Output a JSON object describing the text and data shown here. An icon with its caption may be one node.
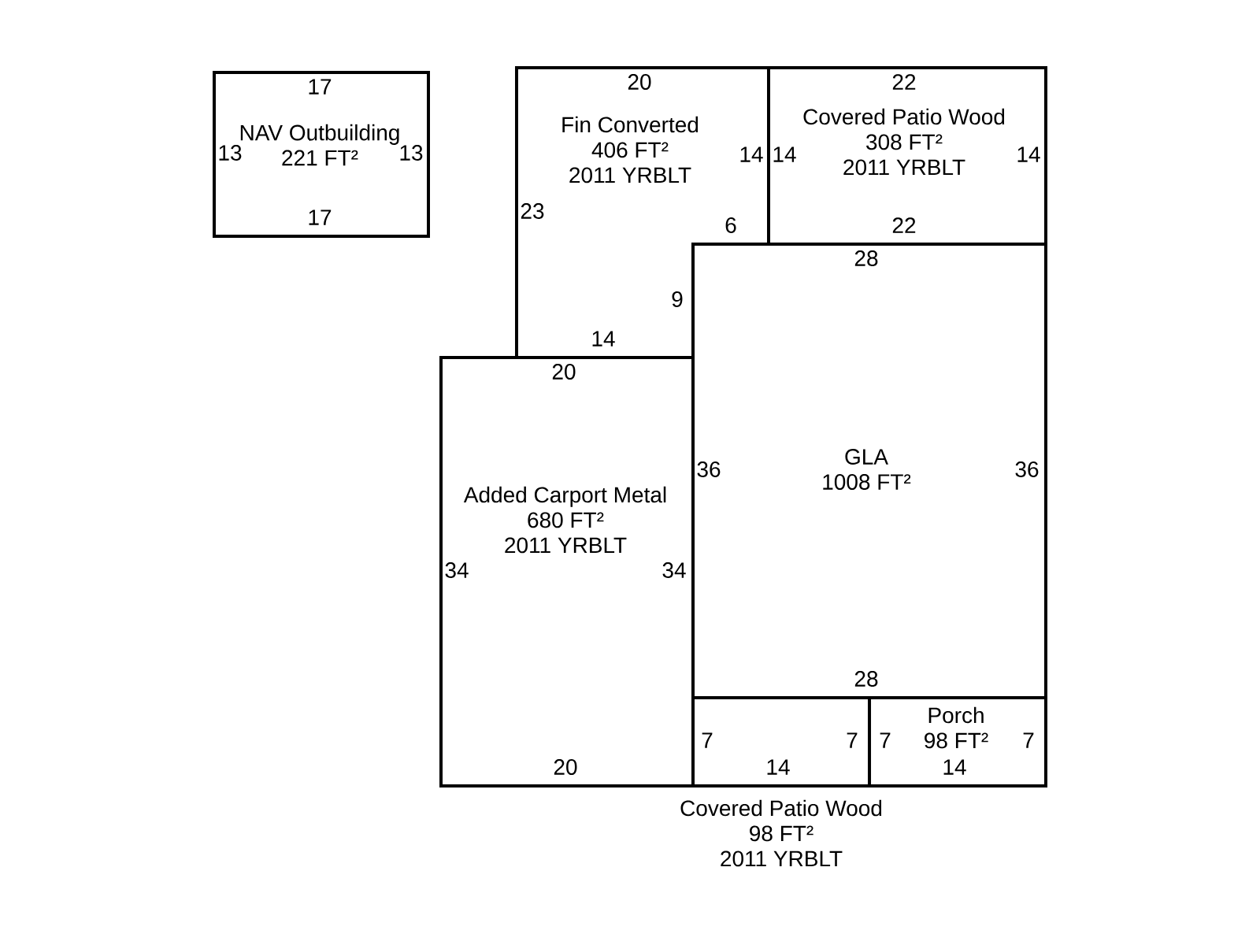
{
  "diagram": {
    "nodes": [
      {
        "text": [
          "NAV Outbuilding",
          "221 FT²"
        ]
      },
      {
        "text": [
          "Fin Converted",
          "406 FT²",
          "2011 YRBLT"
        ]
      },
      {
        "text": [
          "Covered Patio Wood",
          "308 FT²",
          "2011 YRBLT"
        ]
      },
      {
        "text": [
          "GLA",
          "1008 FT²"
        ]
      },
      {
        "text": [
          "Added Carport Metal",
          "680 FT²",
          "2011 YRBLT"
        ]
      },
      {
        "text": [
          "Covered Patio Wood",
          "98 FT²",
          "2011 YRBLT"
        ]
      },
      {
        "text": [
          "Porch",
          "98 FT²"
        ]
      }
    ],
    "labels": [
      "17",
      "20",
      "22",
      "13",
      "13",
      "14",
      "14",
      "14",
      "17",
      "23",
      "6",
      "22",
      "28",
      "9",
      "14",
      "20",
      "36",
      "36",
      "34",
      "34",
      "28",
      "7",
      "7",
      "7",
      "7",
      "20",
      "14",
      "14"
    ]
  }
}
